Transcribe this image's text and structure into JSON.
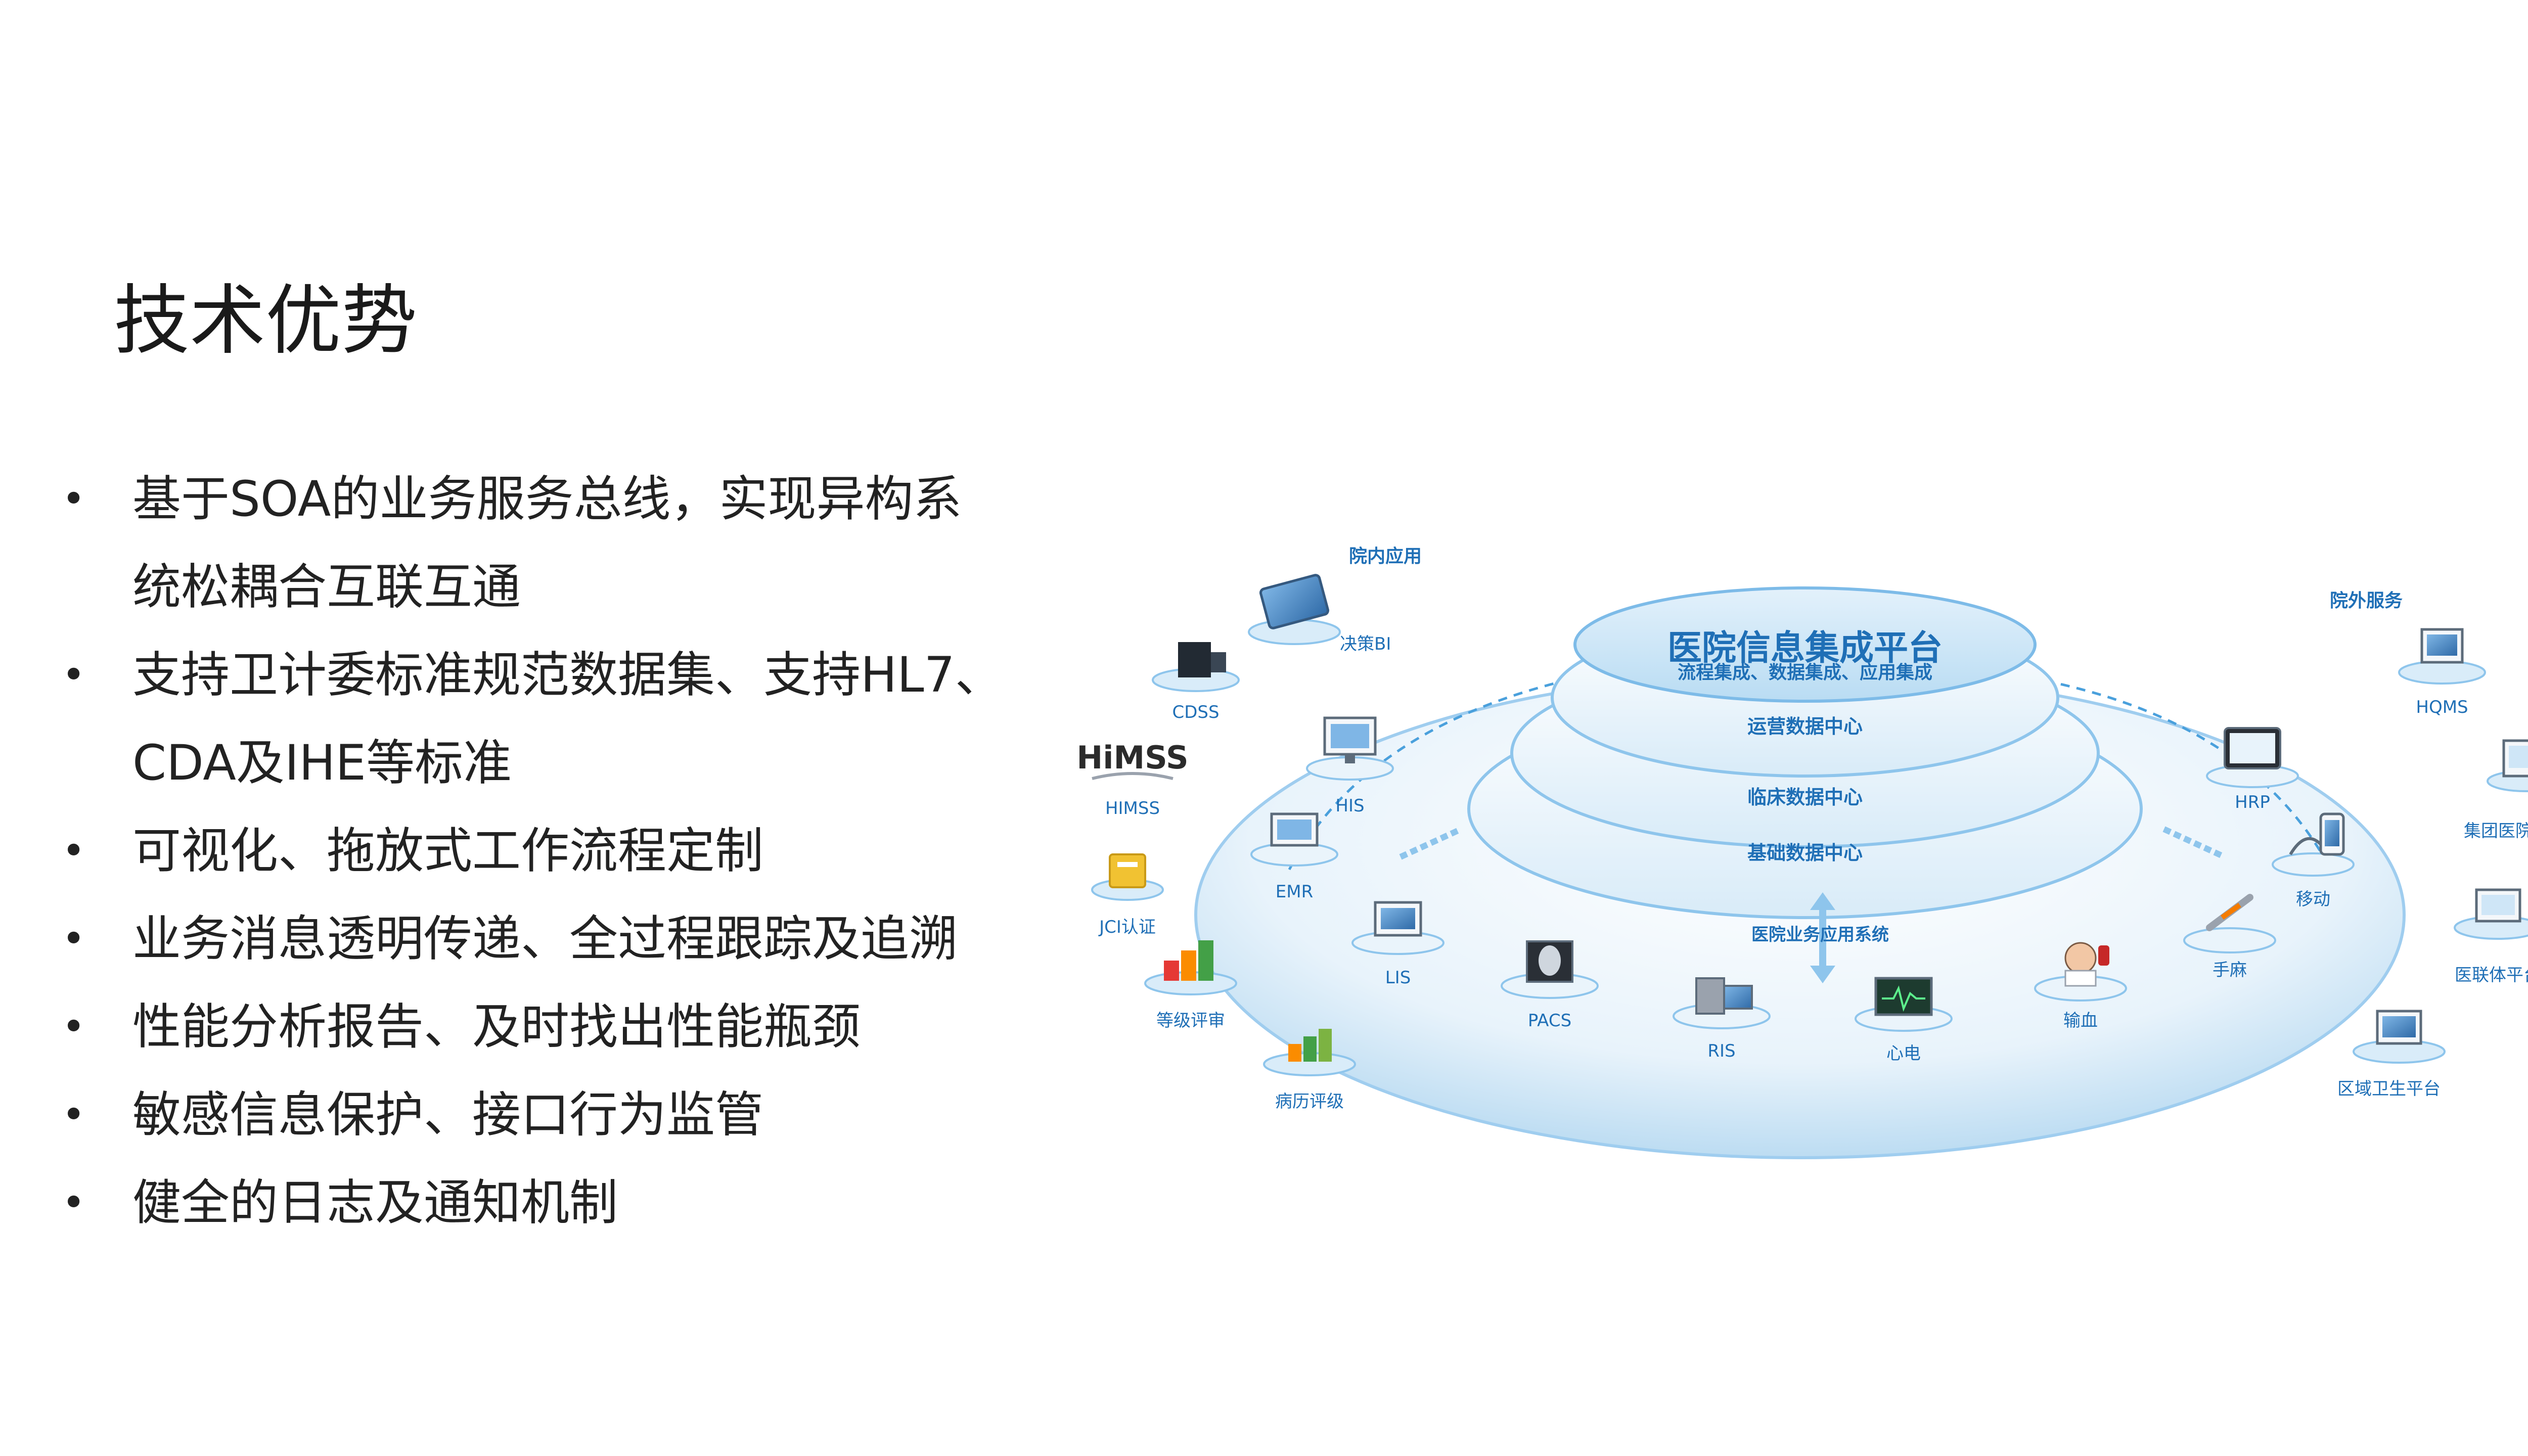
{
  "slide": {
    "title": "技术优势",
    "bullets": [
      {
        "lines": [
          "基于SOA的业务服务总线，实现异构系",
          "统松耦合互联互通"
        ]
      },
      {
        "lines": [
          "支持卫计委标准规范数据集、支持HL7、",
          "CDA及IHE等标准"
        ]
      },
      {
        "lines": [
          "可视化、拖放式工作流程定制"
        ]
      },
      {
        "lines": [
          "业务消息透明传递、全过程跟踪及追溯"
        ]
      },
      {
        "lines": [
          "性能分析报告、及时找出性能瓶颈"
        ]
      },
      {
        "lines": [
          "敏感信息保护、接口行为监管"
        ]
      },
      {
        "lines": [
          "健全的日志及通知机制"
        ]
      }
    ]
  },
  "diagram": {
    "top_label": "流程集成、数据集成、应用集成",
    "inner_label": "院内应用",
    "outer_label": "院外服务",
    "platform_title": "医院信息集成平台",
    "centers": [
      "运营数据中心",
      "临床数据中心",
      "基础数据中心"
    ],
    "system_label": "医院业务应用系统",
    "himss_logo": "HiMSS",
    "nodes": {
      "bi": "决策BI",
      "cdss": "CDSS",
      "himss": "HIMSS",
      "jci": "JCI认证",
      "grade": "等级评审",
      "case": "病历评级",
      "his": "HIS",
      "emr": "EMR",
      "lis": "LIS",
      "pacs": "PACS",
      "ris": "RIS",
      "ecg": "心电",
      "blood": "输血",
      "anes": "手麻",
      "mobile": "移动",
      "hrp": "HRP",
      "hqms": "HQMS",
      "group": "集团医院平台",
      "alliance": "医联体平台",
      "regional": "区域卫生平台"
    },
    "colors": {
      "accent": "#2f8fd4",
      "label": "#1f6fb6",
      "ring": "#cfe6f7"
    }
  }
}
